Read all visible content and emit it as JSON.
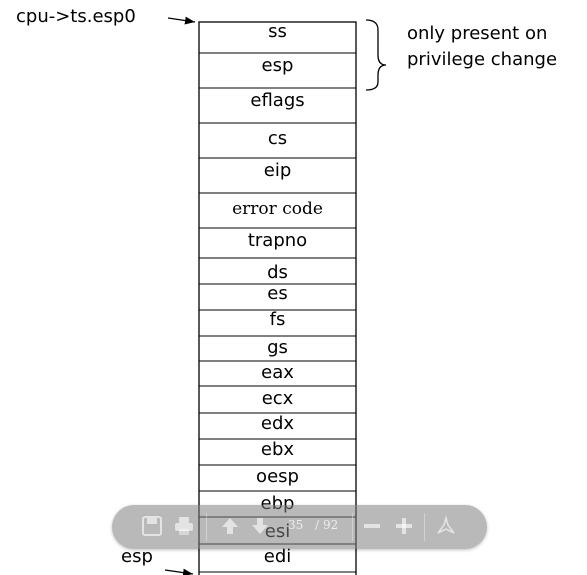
{
  "pointers": {
    "top_label": "cpu->ts.esp0",
    "bottom_label": "esp"
  },
  "annotation": {
    "line1": "only present on",
    "line2": "privilege change"
  },
  "stack_slots": [
    "ss",
    "esp",
    "eflags",
    "cs",
    "eip",
    "error code",
    "trapno",
    "ds",
    "es",
    "fs",
    "gs",
    "eax",
    "ecx",
    "edx",
    "ebx",
    "oesp",
    "ebp",
    "esi",
    "edi"
  ],
  "toolbar": {
    "save_icon": "save-icon",
    "print_icon": "print-icon",
    "page_up_icon": "arrow-up-icon",
    "page_down_icon": "arrow-down-icon",
    "current_page": "35",
    "page_separator": "/",
    "total_pages": "92",
    "zoom_out_icon": "minus-icon",
    "zoom_in_icon": "plus-icon",
    "acrobat_icon": "acrobat-icon"
  }
}
